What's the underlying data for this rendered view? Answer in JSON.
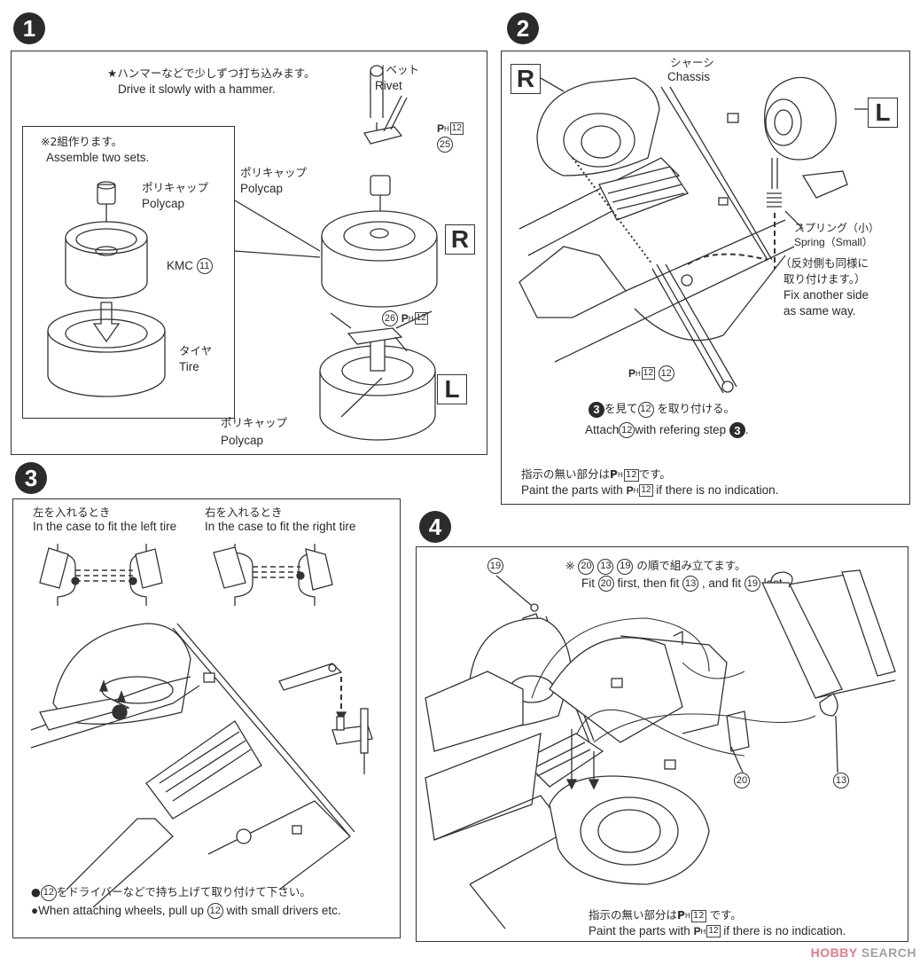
{
  "steps": [
    {
      "number": "1",
      "note_jp": "★ハンマーなどで少しずつ打ち込みます。",
      "note_en": "Drive it slowly with a hammer.",
      "rivet_jp": "リベット",
      "rivet_en": "Rivet",
      "part_25": "25",
      "part_26": "26",
      "paint_code": "12",
      "paint_prefix": "P",
      "paint_sub": "H",
      "polycap_jp": "ポリキャップ",
      "polycap_en": "Polycap",
      "inset_jp": "※2組作ります。",
      "inset_en": "Assemble two sets.",
      "kmc_label": "KMC",
      "part_11": "11",
      "tire_jp": "タイヤ",
      "tire_en": "Tire",
      "right_label": "R",
      "left_label": "L"
    },
    {
      "number": "2",
      "chassis_jp": "シャーシ",
      "chassis_en": "Chassis",
      "right_label": "R",
      "left_label": "L",
      "spring_jp": "スプリング（小）",
      "spring_en": "Spring（Small）",
      "other_side_jp_1": "（反対側も同様に",
      "other_side_jp_2": "取り付けます。）",
      "other_side_en_1": "Fix another side",
      "other_side_en_2": "as same way.",
      "part_12": "12",
      "attach_jp_a": "を見て",
      "attach_jp_b": "を取り付ける。",
      "attach_en_a": "Attach",
      "attach_en_b": "with refering step",
      "ref_step": "3",
      "paint_note_jp_a": "指示の無い部分は",
      "paint_note_jp_b": "です。",
      "paint_note_en_a": "Paint the parts with",
      "paint_note_en_b": "if there is no indication."
    },
    {
      "number": "3",
      "left_jp": "左を入れるとき",
      "left_en": "In the case to fit the left tire",
      "right_jp": "右を入れるとき",
      "right_en": "In the case to fit the right tire",
      "tip_jp_b": "をドライバーなどで持ち上げて取り付けて下さい。",
      "tip_en_a": "When attaching wheels, pull up",
      "tip_en_b": "with small drivers etc.",
      "part_12": "12"
    },
    {
      "number": "4",
      "order_jp_suffix": "の順で組み立てます。",
      "order_en_a": "Fit",
      "order_en_b": "first, then fit",
      "order_en_c": ", and fit",
      "order_en_d": "last.",
      "part_19": "19",
      "part_20": "20",
      "part_13": "13",
      "paint_note_jp_a": "指示の無い部分は",
      "paint_note_jp_b": "です。",
      "paint_note_en_a": "Paint the parts with",
      "paint_note_en_b": "if there is no indication."
    }
  ],
  "watermark": {
    "brand_a": "HOBBY",
    "brand_b": " SEARCH"
  }
}
